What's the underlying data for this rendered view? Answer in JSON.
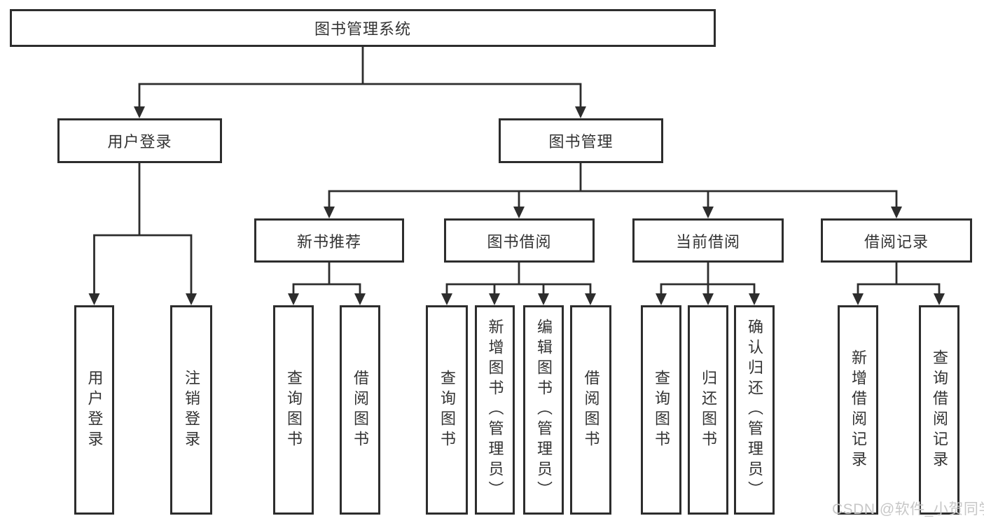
{
  "diagram": {
    "root": {
      "label": "图书管理系统",
      "children": [
        {
          "label": "用户登录",
          "children": [
            {
              "label": "用户登录"
            },
            {
              "label": "注销登录"
            }
          ]
        },
        {
          "label": "图书管理",
          "children": [
            {
              "label": "新书推荐",
              "children": [
                {
                  "label": "查询图书"
                },
                {
                  "label": "借阅图书"
                }
              ]
            },
            {
              "label": "图书借阅",
              "children": [
                {
                  "label": "查询图书"
                },
                {
                  "label": "新增图书（管理员）"
                },
                {
                  "label": "编辑图书（管理员）"
                },
                {
                  "label": "借阅图书"
                }
              ]
            },
            {
              "label": "当前借阅",
              "children": [
                {
                  "label": "查询图书"
                },
                {
                  "label": "归还图书"
                },
                {
                  "label": "确认归还（管理员）"
                }
              ]
            },
            {
              "label": "借阅记录",
              "children": [
                {
                  "label": "新增借阅记录"
                },
                {
                  "label": "查询借阅记录"
                }
              ]
            }
          ]
        }
      ]
    }
  },
  "watermark": {
    "text": "CSDN @软件_小贺同学"
  },
  "colors": {
    "line": "#2d2d2d",
    "box_border": "#2d2d2d",
    "box_background": "#ffffff",
    "text": "#333333",
    "watermark": "#c7c7c7",
    "page_background": "#ffffff"
  }
}
